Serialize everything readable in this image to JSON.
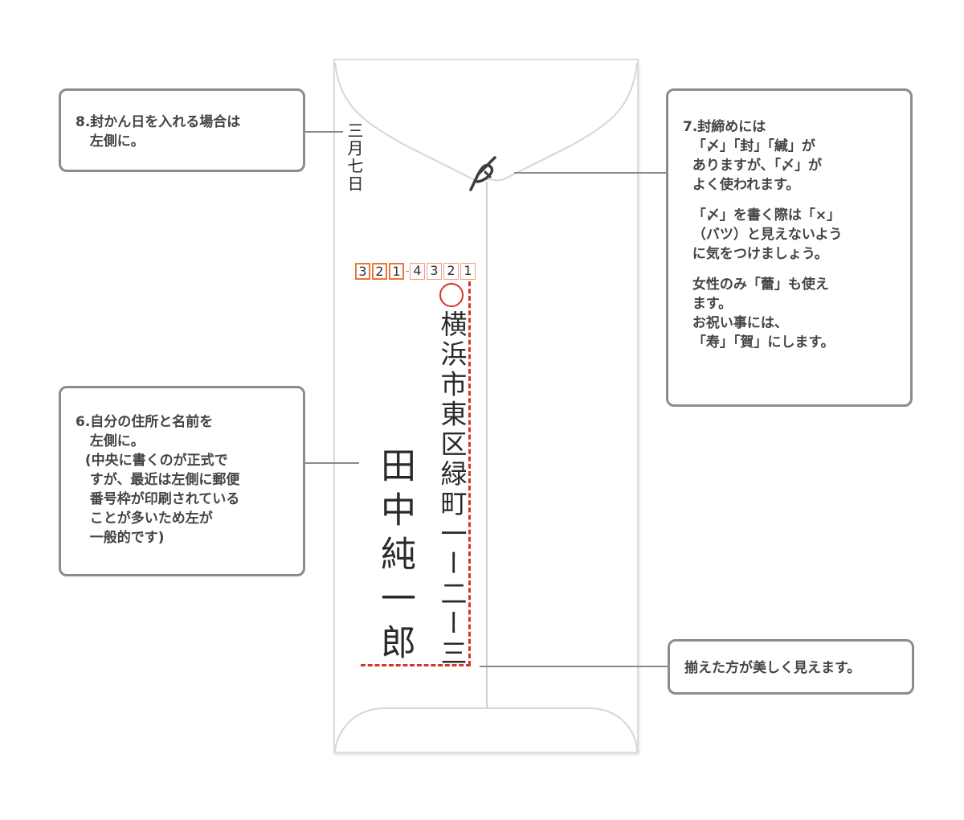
{
  "callouts": {
    "c8": {
      "lines": [
        "8.封かん日を入れる場合は",
        "   左側に。"
      ]
    },
    "c7": {
      "lines": [
        "7.封締めには",
        "  「〆」「封」「緘」が",
        "  ありますが、「〆」が",
        "  よく使われます。",
        "",
        "  「〆」を書く際は「×」",
        "  （バツ）と見えないよう",
        "  に気をつけましょう。",
        "",
        "  女性のみ「蕾」も使え",
        "  ます。",
        "  お祝い事には、",
        "  「寿」「賀」にします。"
      ]
    },
    "c6": {
      "lines": [
        "6.自分の住所と名前を",
        "   左側に。",
        "  (中央に書くのが正式で",
        "   すが、最近は左側に郵便",
        "   番号枠が印刷されている",
        "   ことが多いため左が",
        "   一般的です)"
      ]
    },
    "c_align": {
      "lines": [
        "揃えた方が美しく見えます。"
      ]
    }
  },
  "envelope": {
    "date": "三月七日",
    "postal_code": {
      "first": [
        "3",
        "2",
        "1"
      ],
      "second": [
        "4",
        "3",
        "2",
        "1"
      ]
    },
    "postal_mark": "〇",
    "address": "横浜市東区緑町一ー二ー三",
    "name": "田中純一郎",
    "seal_mark": "〆"
  },
  "colors": {
    "guide_red": "#d9322b",
    "postal_orange": "#e8773a",
    "callout_border": "#8c8c8c",
    "envelope_border": "#dcdcdc"
  }
}
